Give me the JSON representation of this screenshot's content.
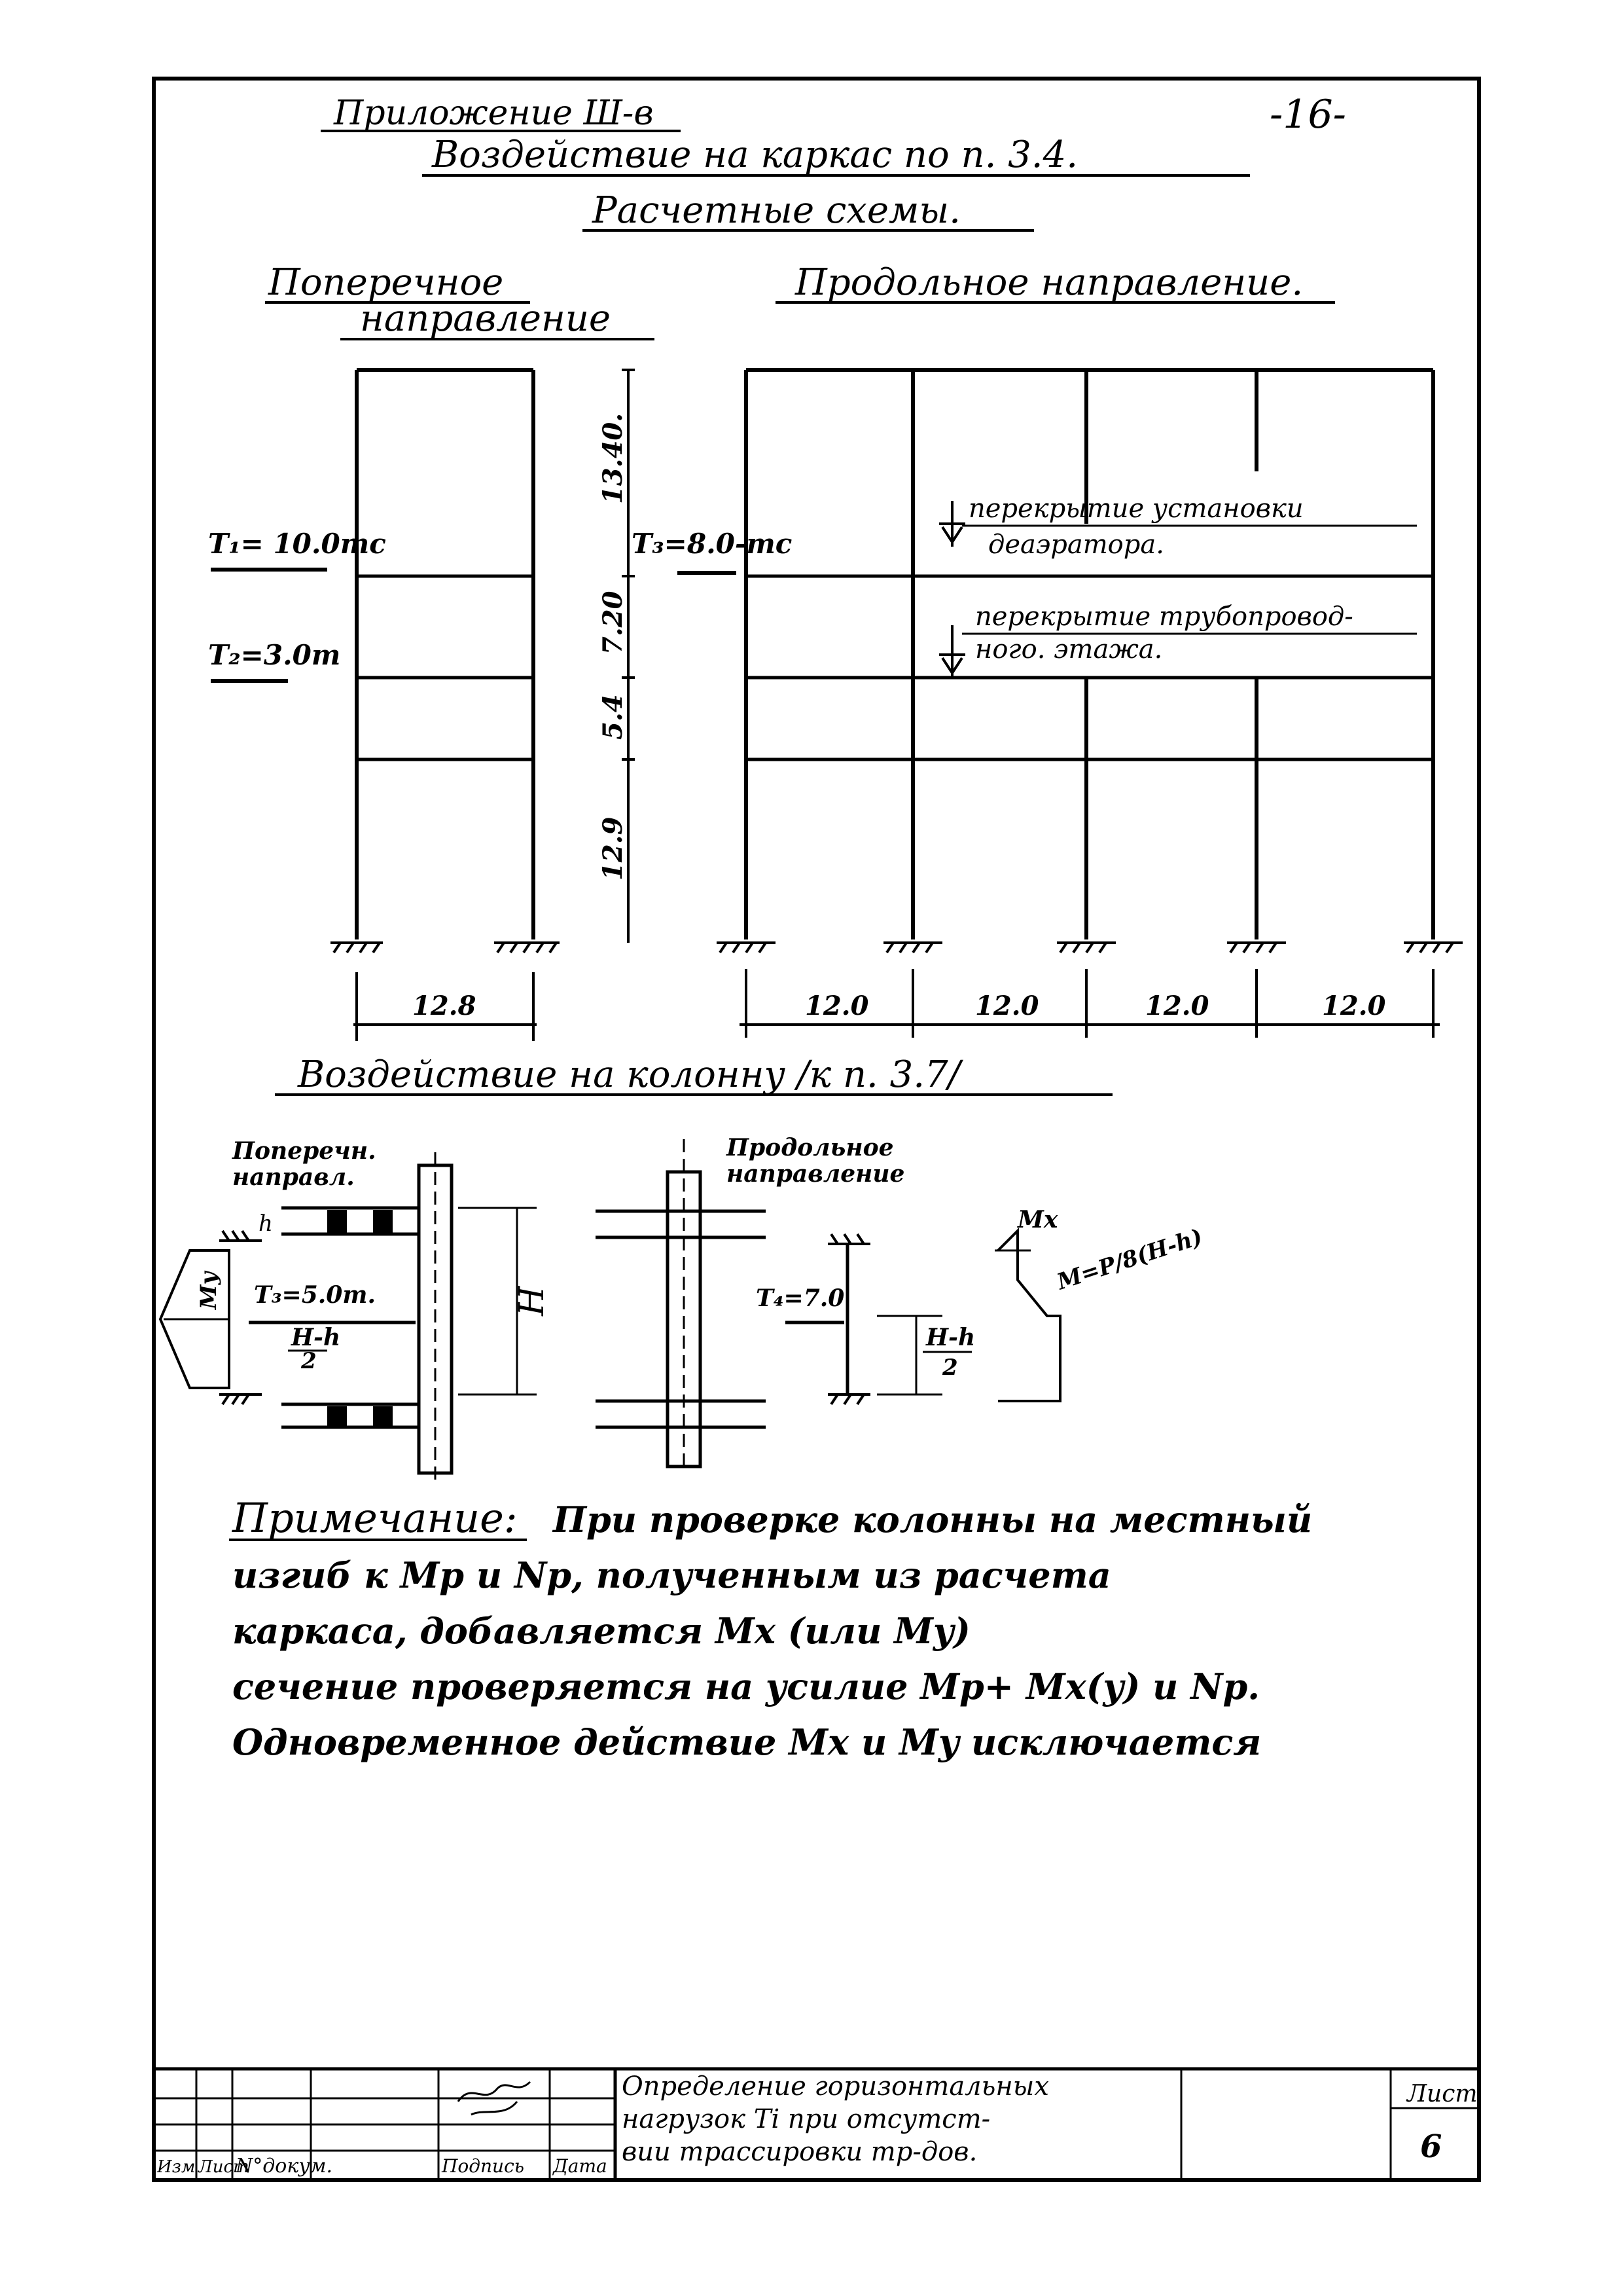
{
  "header": {
    "appendix": "Приложение Ш-в",
    "page_number": "-16-",
    "title": "Воздействие на каркас по п. 3.4.",
    "subtitle": "Расчетные схемы."
  },
  "frame_transverse": {
    "heading_line1": "Поперечное",
    "heading_line2": "направление",
    "load_t1": "T₁= 10.0mc",
    "load_t2": "T₂=3.0m",
    "height_1": "13.40.",
    "height_2": "7.20",
    "height_3": "5.4",
    "height_4": "12.9",
    "span": "12.8"
  },
  "frame_longitudinal": {
    "heading": "Продольное направление.",
    "load_t3": "T₃=8.0-mc",
    "floor_note_1_line1": "перекрытие установки",
    "floor_note_1_line2": "деаэратора.",
    "floor_note_2_line1": "перекрытие трубопровод-",
    "floor_note_2_line2": "ного. этажа.",
    "spans": [
      "12.0",
      "12.0",
      "12.0",
      "12.0"
    ]
  },
  "column_section": {
    "heading": "Воздействие на колонну /к п. 3.7/",
    "trans_label_line1": "Поперечн.",
    "trans_label_line2": "направл.",
    "my_label": "My",
    "t3_label": "T₃=5.0m.",
    "hh2_num": "H-h",
    "hh2_den": "2",
    "h_small": "h",
    "H_label": "H",
    "long_label_line1": "Продольное",
    "long_label_line2": "направление",
    "t4_label": "T₄=7.0",
    "hh2b_num": "H-h",
    "hh2b_den": "2",
    "mx_label": "Mx",
    "mx_formula": "M=P/8(H-h)"
  },
  "note": {
    "title": "Примечание:",
    "line1": "При проверке колонны на местный",
    "line2": "изгиб к Mp и Np, полученным из расчета",
    "line3": "каркаса, добавляется Mx (или My)",
    "line4": "сечение проверяется на усилие Mp+ Mx(y) и Np.",
    "line5": "Одновременное действие Mx и My исключается"
  },
  "title_block": {
    "description_line1": "Определение горизонтальных",
    "description_line2": "нагрузок Ti при отсутст-",
    "description_line3": "вии трассировки тр-дов.",
    "col_izm": "Изм",
    "col_list": "Лист",
    "col_doc": "N°докум.",
    "col_sign": "Подпись",
    "col_date": "Дата",
    "sheet_label": "Лист",
    "sheet_number": "6"
  }
}
